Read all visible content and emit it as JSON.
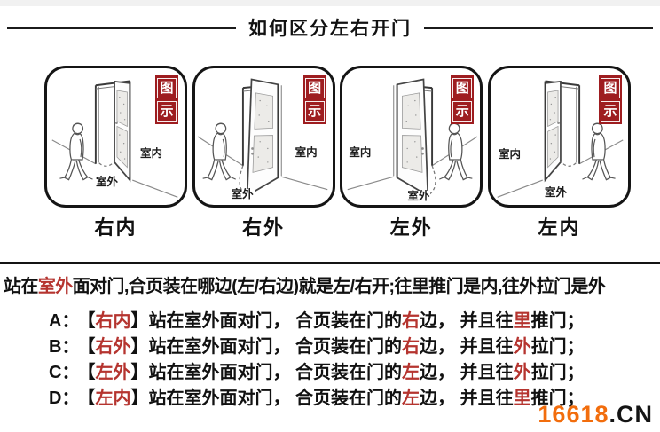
{
  "title": "如何区分左右开门",
  "panels": [
    {
      "caption": "右内",
      "badge_top": "图",
      "badge_bottom": "示",
      "indoor_label": "室内",
      "outdoor_label": "室外"
    },
    {
      "caption": "右外",
      "badge_top": "图",
      "badge_bottom": "示",
      "indoor_label": "室内",
      "outdoor_label": "室外"
    },
    {
      "caption": "左外",
      "badge_top": "图",
      "badge_bottom": "示",
      "indoor_label": "室内",
      "outdoor_label": "室外"
    },
    {
      "caption": "左内",
      "badge_top": "图",
      "badge_bottom": "示",
      "indoor_label": "室内",
      "outdoor_label": "室外"
    }
  ],
  "summary": {
    "pre": "站在",
    "red": "室外",
    "post": "面对门,合页装在哪边(左/右边)就是左/右开;往里推门是内,往外拉门是外"
  },
  "symbols": {
    "lb": "【",
    "rb": "】"
  },
  "rules": [
    {
      "letter": "A：",
      "tag": "右内",
      "body1": "站在室外面对门， 合页装在门的",
      "hinge": "右",
      "body2": "边， 并且往",
      "dir": "里",
      "body3": "推门；"
    },
    {
      "letter": "B：",
      "tag": "右外",
      "body1": "站在室外面对门， 合页装在门的",
      "hinge": "右",
      "body2": "边， 并且往",
      "dir": "外",
      "body3": "拉门；"
    },
    {
      "letter": "C：",
      "tag": "左外",
      "body1": "站在室外面对门， 合页装在门的",
      "hinge": "左",
      "body2": "边， 并且往",
      "dir": "外",
      "body3": "拉门；"
    },
    {
      "letter": "D：",
      "tag": "左内",
      "body1": "站在室外面对门， 合页装在门的",
      "hinge": "左",
      "body2": "边， 并且往",
      "dir": "里",
      "body3": "推门；"
    }
  ],
  "logo": {
    "number": "16618",
    "suffix": ".CN"
  },
  "colors": {
    "highlight_red": "#b5342f",
    "badge_red": "#9e1d20",
    "logo_orange": "#f26d0d",
    "line_black": "#1b1b1b"
  }
}
